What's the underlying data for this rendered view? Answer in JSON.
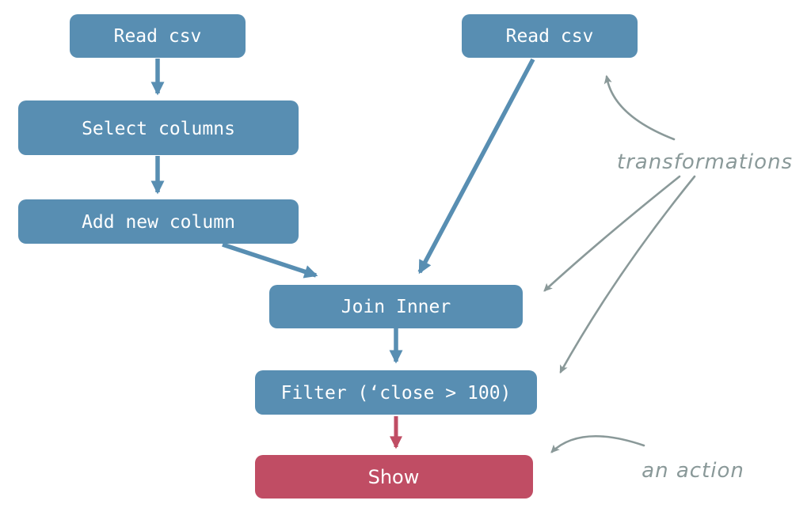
{
  "diagram": {
    "title": "dataframe pipeline flowchart",
    "colors": {
      "transformation_node": "#588eb2",
      "action_node": "#c04d64",
      "annotation": "#8a9999",
      "node_text": "#ffffff",
      "background": "#ffffff"
    },
    "nodes": {
      "read_csv_left": "Read csv",
      "select_columns": "Select columns",
      "add_new_column": "Add new column",
      "read_csv_right": "Read csv",
      "join_inner": "Join Inner",
      "filter": "Filter (‘close > 100)",
      "show": "Show"
    },
    "edges": [
      {
        "from": "read_csv_left",
        "to": "select_columns",
        "type": "flow"
      },
      {
        "from": "select_columns",
        "to": "add_new_column",
        "type": "flow"
      },
      {
        "from": "add_new_column",
        "to": "join_inner",
        "type": "flow"
      },
      {
        "from": "read_csv_right",
        "to": "join_inner",
        "type": "flow"
      },
      {
        "from": "join_inner",
        "to": "filter",
        "type": "flow"
      },
      {
        "from": "filter",
        "to": "show",
        "type": "action"
      }
    ],
    "annotations": {
      "transformations": {
        "label": "transformations",
        "targets": [
          "read_csv_right",
          "join_inner",
          "filter"
        ]
      },
      "an_action": {
        "label": "an action",
        "targets": [
          "show"
        ]
      }
    }
  }
}
